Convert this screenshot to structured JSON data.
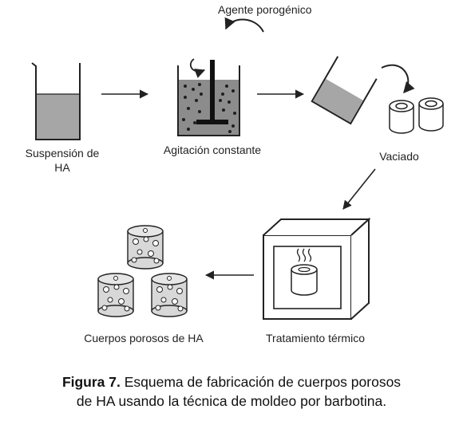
{
  "labels": {
    "porogen": "Agente porogénico",
    "suspension_line1": "Suspensión de",
    "suspension_line2": "HA",
    "agitation": "Agitación constante",
    "casting": "Vaciado",
    "thermal": "Tratamiento térmico",
    "porous_bodies": "Cuerpos porosos de HA"
  },
  "caption": {
    "figure_label": "Figura 7.",
    "text_line1": " Esquema de fabricación de cuerpos porosos",
    "text_line2": "de HA usando la técnica de moldeo por barbotina."
  }
}
